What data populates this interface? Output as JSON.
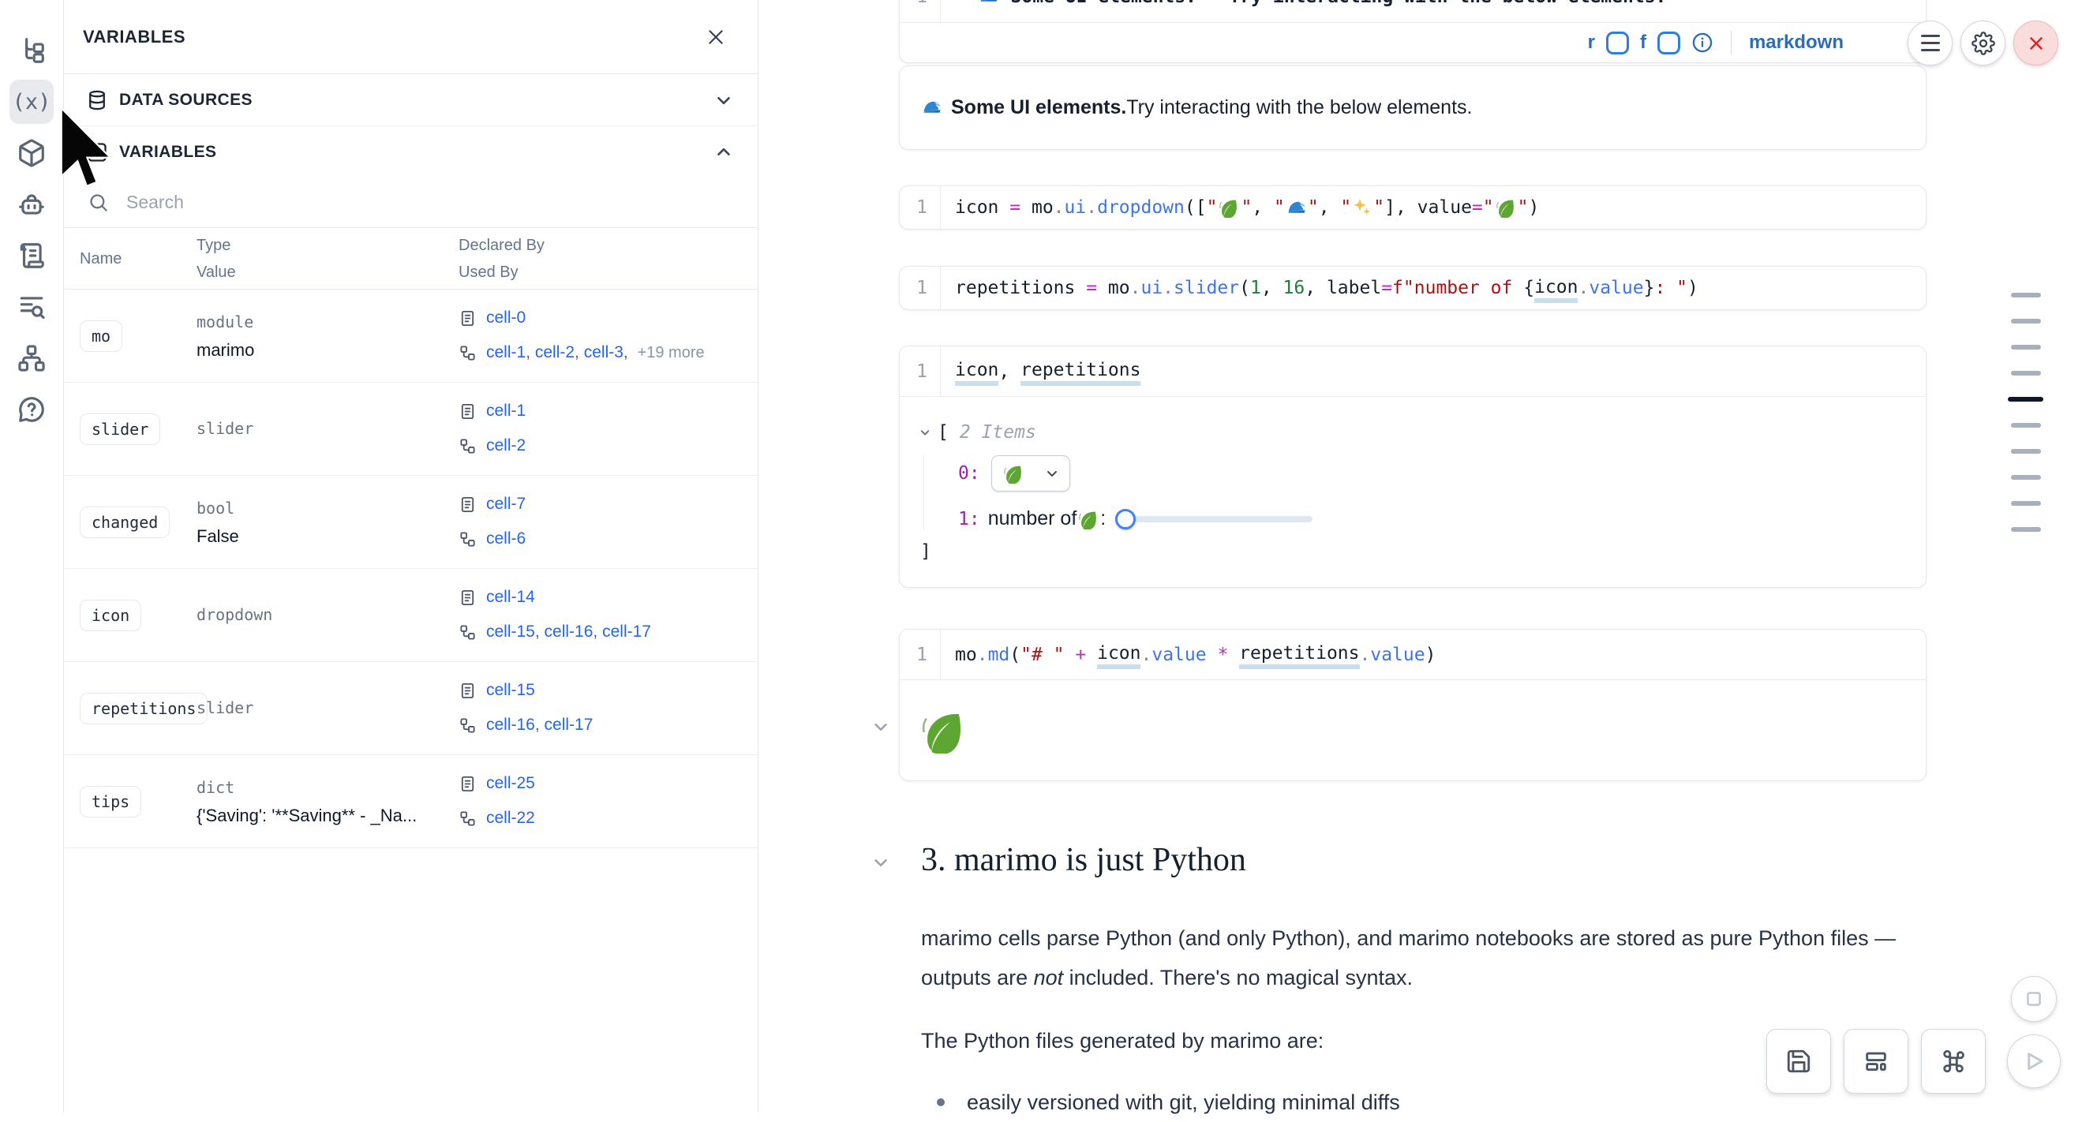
{
  "colors": {
    "accent_blue": "#2563eb",
    "toolbar_blue": "#2e6db5",
    "string_red": "#a31515",
    "number_green": "#1a7f37",
    "operator_magenta": "#c22bc2",
    "method_blue": "#3d74e8",
    "underline_blue": "#cadeef",
    "close_red": "#dc2626",
    "minimap_active": "#0e1726"
  },
  "rail": {
    "items": [
      {
        "icon": "file-tree-icon",
        "active": false
      },
      {
        "icon": "variables-icon",
        "active": true
      },
      {
        "icon": "package-icon",
        "active": false
      },
      {
        "icon": "ai-bot-icon",
        "active": false
      },
      {
        "icon": "scratchpad-scroll-icon",
        "active": false
      },
      {
        "icon": "logs-search-icon",
        "active": false
      },
      {
        "icon": "dependency-graph-icon",
        "active": false
      },
      {
        "icon": "help-icon",
        "active": false
      }
    ]
  },
  "panel": {
    "title": "VARIABLES",
    "data_sources_label": "DATA SOURCES",
    "variables_label": "VARIABLES",
    "search_placeholder": "Search",
    "table": {
      "headers": {
        "name": "Name",
        "type": "Type",
        "value": "Value",
        "declared": "Declared By",
        "used": "Used By"
      },
      "rows": [
        {
          "name": "mo",
          "type": "module",
          "value": "marimo",
          "declared": [
            "cell-0"
          ],
          "used": [
            "cell-1",
            "cell-2",
            "cell-3"
          ],
          "used_more": "+19 more"
        },
        {
          "name": "slider",
          "type": "slider",
          "value": "",
          "declared": [
            "cell-1"
          ],
          "used": [
            "cell-2"
          ],
          "used_more": ""
        },
        {
          "name": "changed",
          "type": "bool",
          "value": "False",
          "declared": [
            "cell-7"
          ],
          "used": [
            "cell-6"
          ],
          "used_more": ""
        },
        {
          "name": "icon",
          "type": "dropdown",
          "value": "",
          "declared": [
            "cell-14"
          ],
          "used": [
            "cell-15",
            "cell-16",
            "cell-17"
          ],
          "used_more": ""
        },
        {
          "name": "repetitions",
          "type": "slider",
          "value": "",
          "declared": [
            "cell-15"
          ],
          "used": [
            "cell-16",
            "cell-17"
          ],
          "used_more": ""
        },
        {
          "name": "tips",
          "type": "dict",
          "value": "{'Saving': '**Saving** - _Na...",
          "declared": [
            "cell-25"
          ],
          "used": [
            "cell-22"
          ],
          "used_more": ""
        }
      ]
    }
  },
  "notebook": {
    "partial_cell": {
      "line_no": "1",
      "tokens": [
        [
          "**",
          "b"
        ],
        [
          "🌊",
          "em-wave"
        ],
        [
          " Some UI elements.** Try interacting with the below elements.",
          "b"
        ]
      ],
      "toolbar": {
        "r": "r",
        "f": "f",
        "language": "markdown"
      }
    },
    "md_output": {
      "emoji": "🌊",
      "bold": "Some UI elements.",
      "rest": " Try interacting with the below elements."
    },
    "code_cells": [
      {
        "line_no": "1",
        "tokens": [
          [
            "icon",
            "v"
          ],
          [
            " ",
            "v"
          ],
          [
            "=",
            "op"
          ],
          [
            " ",
            "v"
          ],
          [
            "mo",
            "v"
          ],
          [
            ".",
            "dot"
          ],
          [
            "ui",
            "fn"
          ],
          [
            ".",
            "dot"
          ],
          [
            "dropdown",
            "fn"
          ],
          [
            "([",
            "v"
          ],
          [
            "\"",
            "str"
          ],
          [
            "🍃",
            "em-leaf"
          ],
          [
            "\"",
            "str"
          ],
          [
            ", ",
            "v"
          ],
          [
            "\"",
            "str"
          ],
          [
            "🌊",
            "em-wave"
          ],
          [
            "\"",
            "str"
          ],
          [
            ", ",
            "v"
          ],
          [
            "\"",
            "str"
          ],
          [
            "✨",
            "em-spark"
          ],
          [
            "\"",
            "str"
          ],
          [
            "], value",
            "v"
          ],
          [
            "=",
            "op"
          ],
          [
            "\"",
            "str"
          ],
          [
            "🍃",
            "em-leaf"
          ],
          [
            "\"",
            "str"
          ],
          [
            ")",
            "v"
          ]
        ]
      },
      {
        "line_no": "1",
        "tokens": [
          [
            "repetitions",
            "v"
          ],
          [
            " ",
            "v"
          ],
          [
            "=",
            "op"
          ],
          [
            " ",
            "v"
          ],
          [
            "mo",
            "v"
          ],
          [
            ".",
            "dot"
          ],
          [
            "ui",
            "fn"
          ],
          [
            ".",
            "dot"
          ],
          [
            "slider",
            "fn"
          ],
          [
            "(",
            "v"
          ],
          [
            "1",
            "num"
          ],
          [
            ", ",
            "v"
          ],
          [
            "16",
            "num"
          ],
          [
            ", label",
            "v"
          ],
          [
            "=",
            "op"
          ],
          [
            "f",
            "str"
          ],
          [
            "\"number of ",
            "str"
          ],
          [
            "{",
            "v"
          ],
          [
            "icon",
            "v u"
          ],
          [
            ".",
            "dot"
          ],
          [
            "value",
            "fn"
          ],
          [
            "}",
            "v"
          ],
          [
            ": \"",
            "str"
          ],
          [
            ")",
            "v"
          ]
        ]
      },
      {
        "line_no": "1",
        "tokens": [
          [
            "icon",
            "v u"
          ],
          [
            ", ",
            "v"
          ],
          [
            "repetitions",
            "v u"
          ]
        ]
      },
      {
        "line_no": "1",
        "tokens": [
          [
            "mo",
            "v"
          ],
          [
            ".",
            "dot"
          ],
          [
            "md",
            "fn"
          ],
          [
            "(",
            "v"
          ],
          [
            "\"# \"",
            "str"
          ],
          [
            " ",
            "v"
          ],
          [
            "+",
            "op"
          ],
          [
            " ",
            "v"
          ],
          [
            "icon",
            "v u"
          ],
          [
            ".",
            "dot"
          ],
          [
            "value",
            "fn"
          ],
          [
            " ",
            "v"
          ],
          [
            "*",
            "op"
          ],
          [
            " ",
            "v"
          ],
          [
            "repetitions",
            "v u"
          ],
          [
            ".",
            "dot"
          ],
          [
            "value",
            "fn"
          ],
          [
            ")",
            "v"
          ]
        ]
      }
    ],
    "tree_output": {
      "open": "[",
      "count": "2 Items",
      "i0": "0:",
      "i1": "1:",
      "dropdown_value": "🍃",
      "label_pre": "number of ",
      "label_emoji": "🍃",
      "label_post": ": ",
      "close": "]"
    },
    "big_output_emoji": "🍃",
    "section": {
      "heading": "3. marimo is just Python",
      "p1_a": "marimo cells parse Python (and only Python), and marimo notebooks are stored as pure Python files — outputs are ",
      "p1_em": "not",
      "p1_b": " included. There's no magical syntax.",
      "p2": "The Python files generated by marimo are:",
      "bullet": "easily versioned with git, yielding minimal diffs"
    },
    "minimap": {
      "dashes": 10,
      "active_index": 4
    }
  }
}
